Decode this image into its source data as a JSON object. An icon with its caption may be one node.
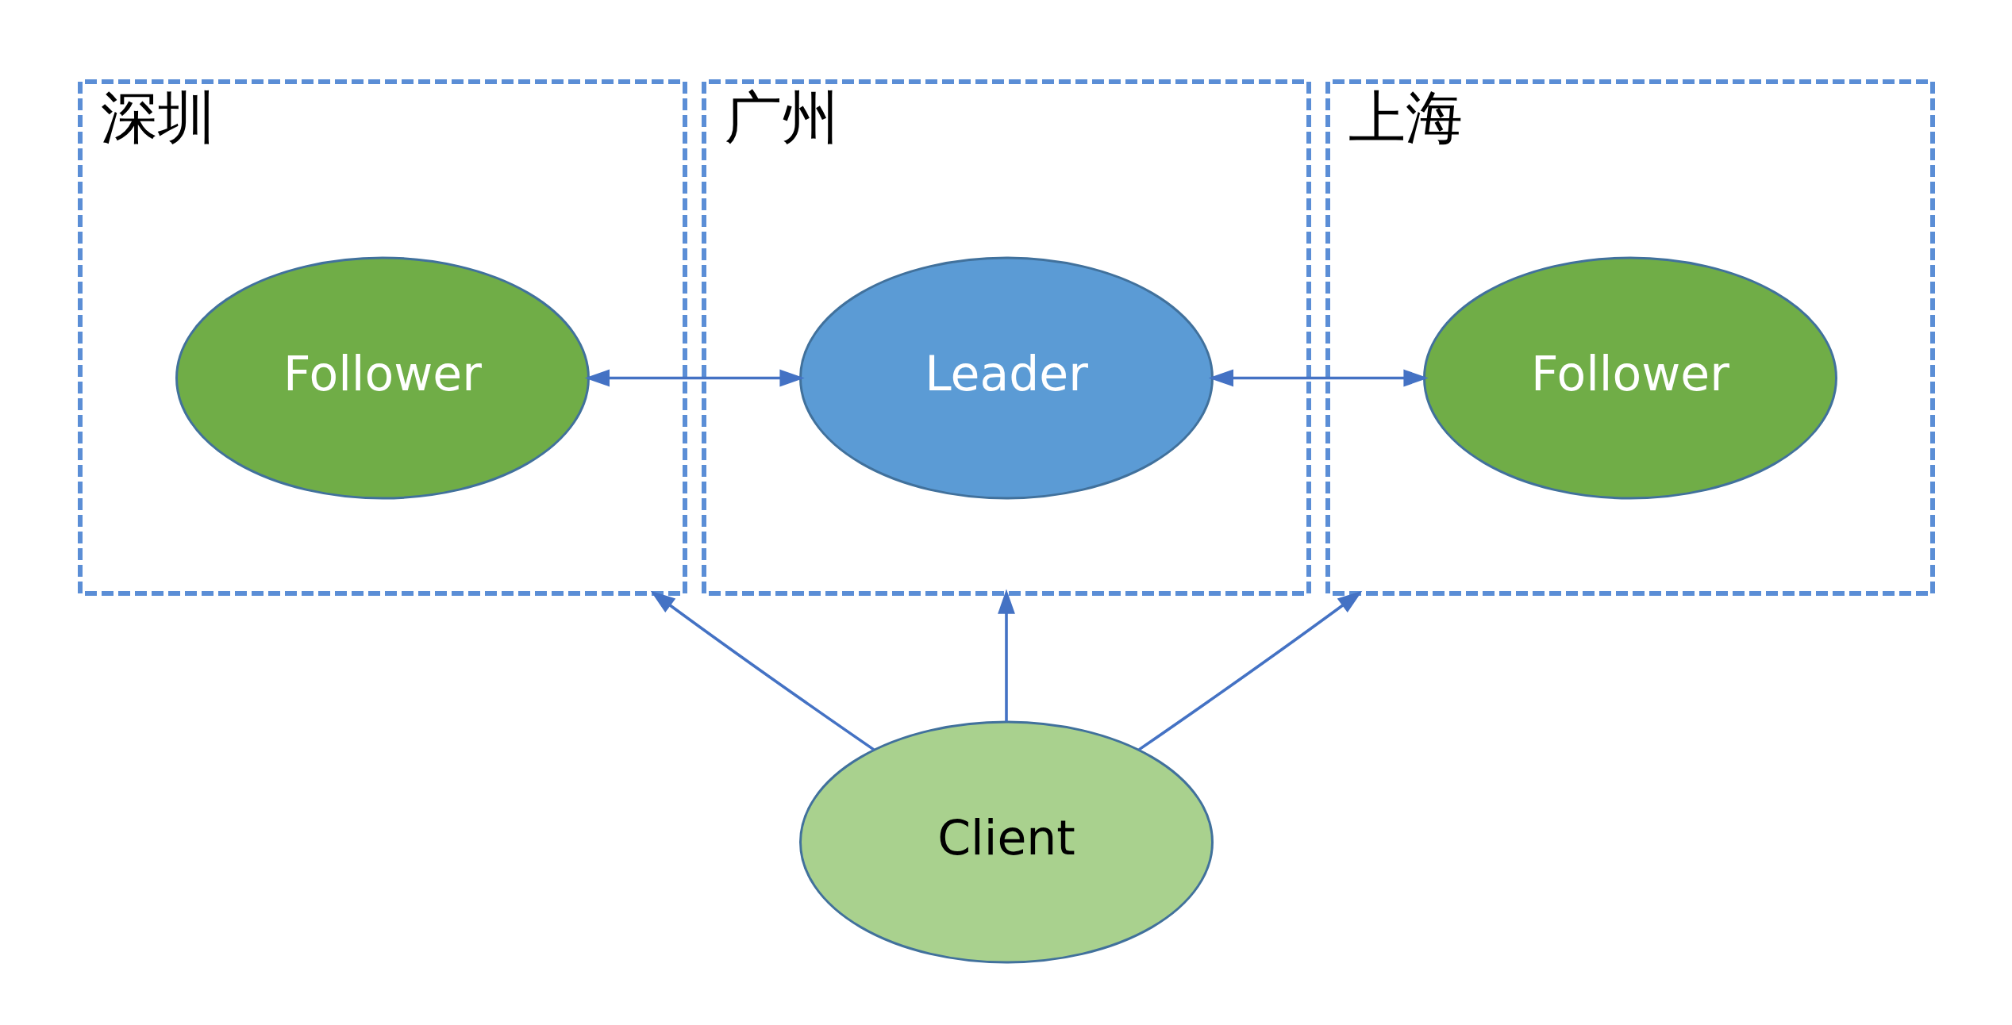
{
  "diagram": {
    "nodes": [
      {
        "text": [
          "深圳"
        ]
      },
      {
        "text": [
          "Follower"
        ],
        "in": 0
      },
      {
        "text": [
          "广州"
        ]
      },
      {
        "text": [
          "Leader"
        ],
        "in": 2
      },
      {
        "text": [
          "上海"
        ]
      },
      {
        "text": [
          "Follower"
        ],
        "in": 4
      },
      {
        "text": [
          "Client"
        ]
      }
    ],
    "edges": [
      {
        "from": 1,
        "to": 3,
        "arrow": "both"
      },
      {
        "from": 3,
        "to": 5,
        "arrow": "both"
      },
      {
        "from": 6,
        "to": 0,
        "arrow": "to"
      },
      {
        "from": 6,
        "to": 2,
        "arrow": "to"
      },
      {
        "from": 6,
        "to": 4,
        "arrow": "to"
      }
    ]
  }
}
